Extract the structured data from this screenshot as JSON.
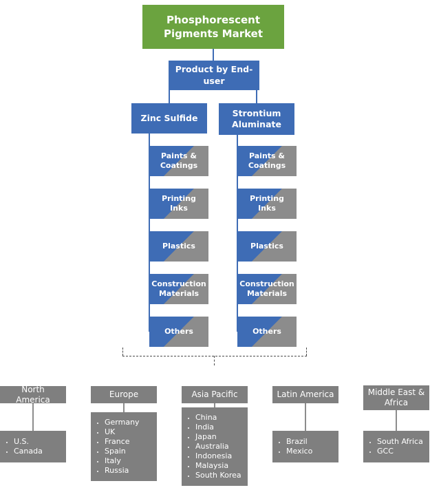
{
  "title": {
    "root": "Phosphorescent Pigments Market",
    "level2": "Product by End-user"
  },
  "branches": [
    {
      "label": "Zinc Sulfide",
      "children": [
        "Paints & Coatings",
        "Printing Inks",
        "Plastics",
        "Construction Materials",
        "Others"
      ]
    },
    {
      "label": "Strontium Aluminate",
      "children": [
        "Paints & Coatings",
        "Printing Inks",
        "Plastics",
        "Construction Materials",
        "Others"
      ]
    }
  ],
  "regions": [
    {
      "label": "North America",
      "countries": [
        "U.S.",
        "Canada"
      ]
    },
    {
      "label": "Europe",
      "countries": [
        "Germany",
        "UK",
        "France",
        "Spain",
        "Italy",
        "Russia"
      ]
    },
    {
      "label": "Asia Pacific",
      "countries": [
        "China",
        "India",
        "Japan",
        "Australia",
        "Indonesia",
        "Malaysia",
        "South Korea"
      ]
    },
    {
      "label": "Latin America",
      "countries": [
        "Brazil",
        "Mexico"
      ]
    },
    {
      "label": "Middle East & Africa",
      "countries": [
        "South Africa",
        "GCC"
      ]
    }
  ],
  "colors": {
    "green": "#6BA33F",
    "blue": "#3E6CB5",
    "segment_gray": "#8C8C8C",
    "region_gray": "#7F7F7F"
  }
}
